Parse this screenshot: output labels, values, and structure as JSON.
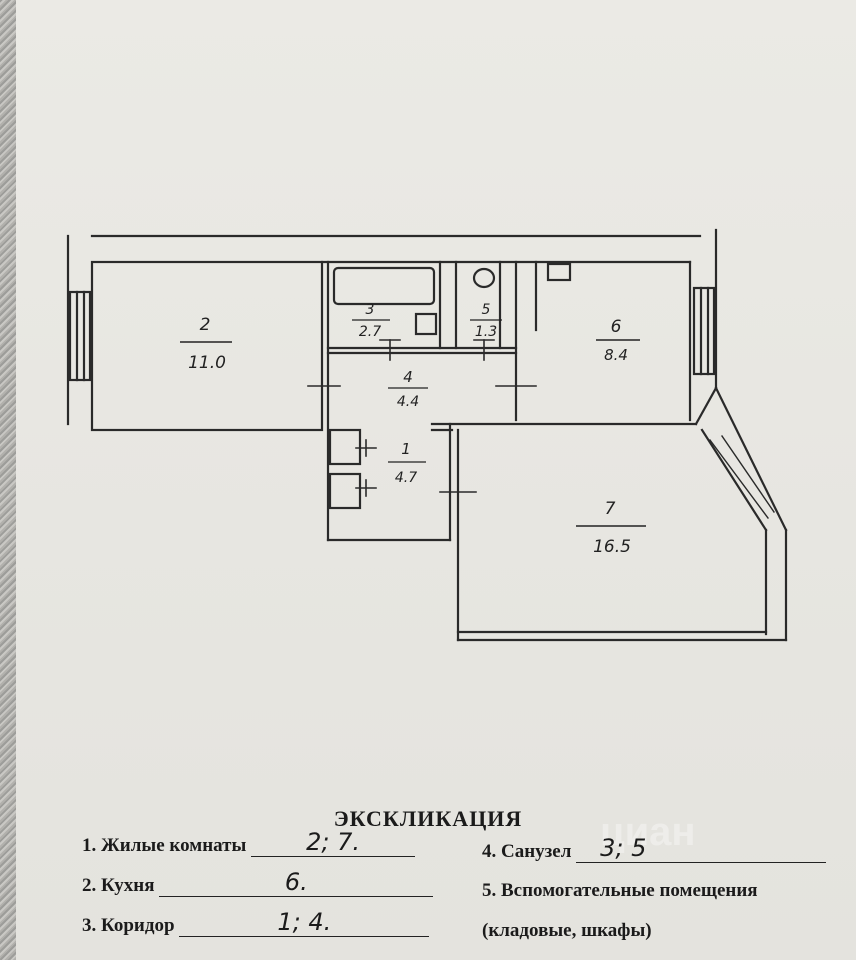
{
  "rooms": [
    {
      "id": "r2",
      "number": "2",
      "area": "11.0"
    },
    {
      "id": "r3",
      "number": "3",
      "area": "2.7"
    },
    {
      "id": "r5",
      "number": "5",
      "area": "1.3"
    },
    {
      "id": "r6",
      "number": "6",
      "area": "8.4"
    },
    {
      "id": "r4",
      "number": "4",
      "area": "4.4"
    },
    {
      "id": "r1",
      "number": "1",
      "area": "4.7"
    },
    {
      "id": "r7",
      "number": "7",
      "area": "16.5"
    }
  ],
  "explication": {
    "title": "ЭКСКЛИКАЦИЯ",
    "items": [
      {
        "label": "1. Жилые комнаты",
        "value": "2; 7."
      },
      {
        "label": "2. Кухня",
        "value": "6."
      },
      {
        "label": "3. Коридор",
        "value": "1; 4."
      },
      {
        "label": "4. Санузел",
        "value": "3; 5"
      },
      {
        "label": "5. Вспомогательные помещения",
        "value": ""
      }
    ],
    "note": "(кладовые, шкафы)"
  },
  "watermark": "циан"
}
